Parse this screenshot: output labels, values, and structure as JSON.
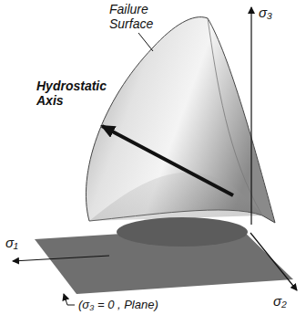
{
  "diagram": {
    "labels": [
      "Failure Surface",
      "Hydrostatic Axis",
      "σ₃",
      "σ₁",
      "σ₂",
      "(σ₃ = 0 , Plane)"
    ]
  }
}
